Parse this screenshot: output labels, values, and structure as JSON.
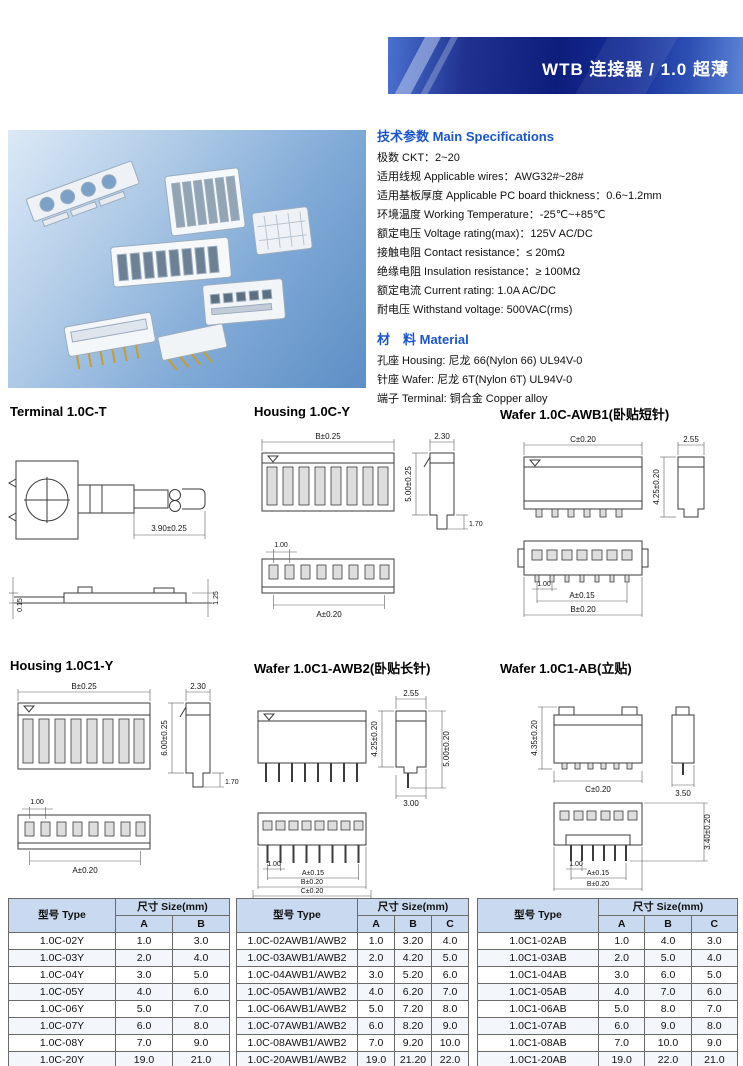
{
  "banner": {
    "title": "WTB 连接器 / 1.0 超薄"
  },
  "specs": {
    "heading": "技术参数 Main Specifications",
    "lines": [
      "极数 CKT：2~20",
      "适用线规 Applicable wires：AWG32#~28#",
      "适用基板厚度 Applicable PC board thickness：0.6~1.2mm",
      "环境温度 Working Temperature：-25℃~+85℃",
      "额定电压 Voltage rating(max)：125V AC/DC",
      "接触电阻 Contact resistance：≤ 20mΩ",
      "绝缘电阻 Insulation resistance：≥ 100MΩ",
      "额定电流 Current rating: 1.0A AC/DC",
      "耐电压 Withstand voltage: 500VAC(rms)"
    ],
    "material_heading": "材　料 Material",
    "material_lines": [
      "孔座 Housing: 尼龙 66(Nylon 66) UL94V-0",
      "针座 Wafer: 尼龙 6T(Nylon 6T) UL94V-0",
      "端子 Terminal: 铜合金 Copper alloy"
    ]
  },
  "panels": [
    {
      "title": "Terminal 1.0C-T",
      "dims": {
        "d1": "3.90±0.25",
        "d2": "0.15",
        "d3": "1.25"
      }
    },
    {
      "title": "Housing 1.0C-Y",
      "dims": {
        "top": "B±0.25",
        "side_w": "2.30",
        "side_h": "5.00±0.25",
        "latch": "1.70",
        "pitch": "1.00",
        "a": "A±0.20"
      }
    },
    {
      "title": "Wafer 1.0C-AWB1(卧贴短针)",
      "dims": {
        "top": "C±0.20",
        "side_w": "2.55",
        "side_h": "4.25±0.20",
        "pitch": "1.00",
        "a": "A±0.15",
        "b": "B±0.20"
      }
    },
    {
      "title": "Housing 1.0C1-Y",
      "dims": {
        "top": "B±0.25",
        "side_w": "2.30",
        "side_h": "6.00±0.25",
        "latch": "1.70",
        "pitch": "1.00",
        "a": "A±0.20"
      }
    },
    {
      "title": "Wafer 1.0C1-AWB2(卧贴长针)",
      "dims": {
        "side_w": "2.55",
        "h1": "4.25±0.20",
        "h2": "5.00±0.20",
        "d3": "3.00",
        "pitch": "1.00",
        "a": "A±0.15",
        "b": "B±0.20",
        "c": "C±0.20"
      }
    },
    {
      "title": "Wafer 1.0C1-AB(立贴)",
      "dims": {
        "h1": "4.35±0.20",
        "c": "C±0.20",
        "d": "3.50",
        "h2": "3.40±0.20",
        "pitch": "1.00",
        "a": "A±0.15",
        "b": "B±0.20"
      }
    }
  ],
  "tables": [
    {
      "type_header": "型号 Type",
      "size_header": "尺寸 Size(mm)",
      "cols": [
        "A",
        "B"
      ],
      "rows": [
        [
          "1.0C-02Y",
          "1.0",
          "3.0"
        ],
        [
          "1.0C-03Y",
          "2.0",
          "4.0"
        ],
        [
          "1.0C-04Y",
          "3.0",
          "5.0"
        ],
        [
          "1.0C-05Y",
          "4.0",
          "6.0"
        ],
        [
          "1.0C-06Y",
          "5.0",
          "7.0"
        ],
        [
          "1.0C-07Y",
          "6.0",
          "8.0"
        ],
        [
          "1.0C-08Y",
          "7.0",
          "9.0"
        ],
        [
          "1.0C-20Y",
          "19.0",
          "21.0"
        ]
      ]
    },
    {
      "type_header": "型号 Type",
      "size_header": "尺寸 Size(mm)",
      "cols": [
        "A",
        "B",
        "C"
      ],
      "rows": [
        [
          "1.0C-02AWB1/AWB2",
          "1.0",
          "3.20",
          "4.0"
        ],
        [
          "1.0C-03AWB1/AWB2",
          "2.0",
          "4.20",
          "5.0"
        ],
        [
          "1.0C-04AWB1/AWB2",
          "3.0",
          "5.20",
          "6.0"
        ],
        [
          "1.0C-05AWB1/AWB2",
          "4.0",
          "6.20",
          "7.0"
        ],
        [
          "1.0C-06AWB1/AWB2",
          "5.0",
          "7.20",
          "8.0"
        ],
        [
          "1.0C-07AWB1/AWB2",
          "6.0",
          "8.20",
          "9.0"
        ],
        [
          "1.0C-08AWB1/AWB2",
          "7.0",
          "9.20",
          "10.0"
        ],
        [
          "1.0C-20AWB1/AWB2",
          "19.0",
          "21.20",
          "22.0"
        ]
      ]
    },
    {
      "type_header": "型号 Type",
      "size_header": "尺寸 Size(mm)",
      "cols": [
        "A",
        "B",
        "C"
      ],
      "rows": [
        [
          "1.0C1-02AB",
          "1.0",
          "4.0",
          "3.0"
        ],
        [
          "1.0C1-03AB",
          "2.0",
          "5.0",
          "4.0"
        ],
        [
          "1.0C1-04AB",
          "3.0",
          "6.0",
          "5.0"
        ],
        [
          "1.0C1-05AB",
          "4.0",
          "7.0",
          "6.0"
        ],
        [
          "1.0C1-06AB",
          "5.0",
          "8.0",
          "7.0"
        ],
        [
          "1.0C1-07AB",
          "6.0",
          "9.0",
          "8.0"
        ],
        [
          "1.0C1-08AB",
          "7.0",
          "10.0",
          "9.0"
        ],
        [
          "1.0C1-20AB",
          "19.0",
          "22.0",
          "21.0"
        ]
      ]
    }
  ]
}
